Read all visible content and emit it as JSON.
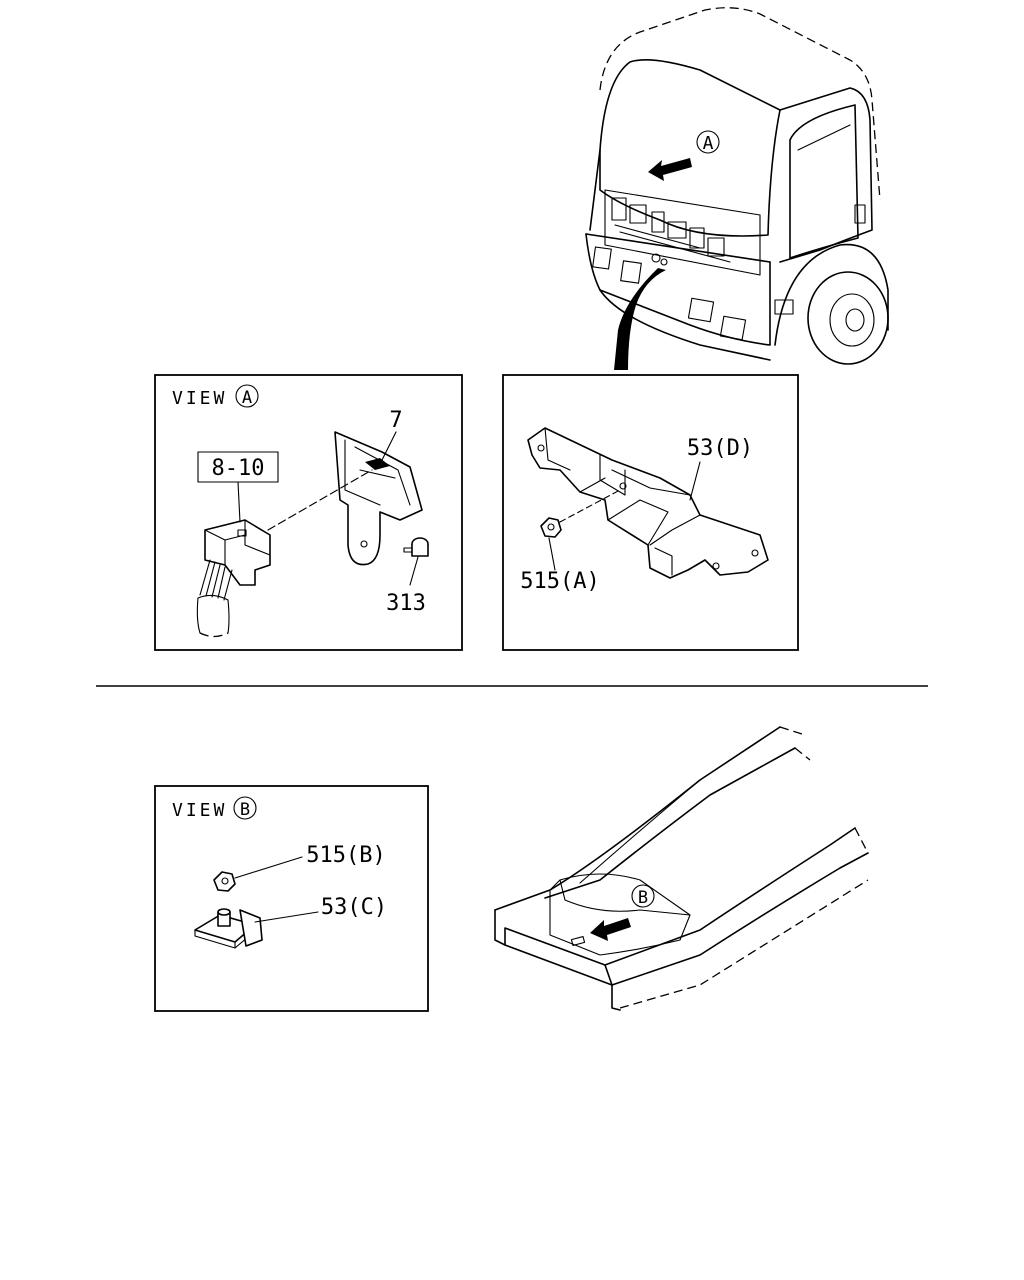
{
  "views": {
    "a": {
      "prefix": "VIEW",
      "marker": "A"
    },
    "b": {
      "prefix": "VIEW",
      "marker": "B"
    }
  },
  "markers": {
    "cab": "A",
    "frame": "B"
  },
  "parts": {
    "p7": "7",
    "p8_10": "8-10",
    "p313": "313",
    "p53d": "53(D)",
    "p515a": "515(A)",
    "p515b": "515(B)",
    "p53c": "53(C)"
  }
}
